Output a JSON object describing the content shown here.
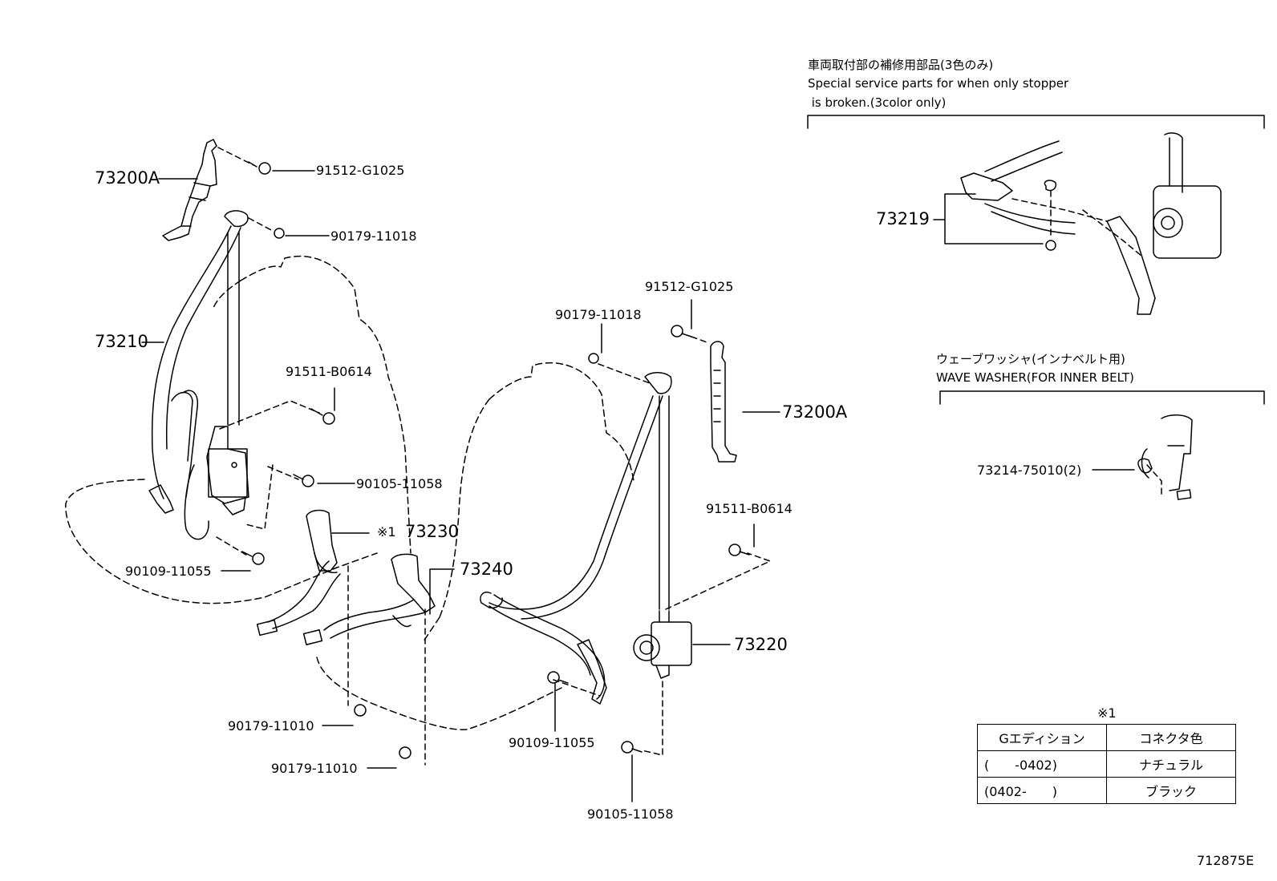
{
  "diagram_id": "712875E",
  "parts": {
    "anchor_left": "73200A",
    "belt_left": "73210",
    "buckle_left": "73230",
    "buckle_inner": "73240",
    "anchor_right": "73200A",
    "retractor_right": "73220",
    "service_part": "73219",
    "wave_washer_part": "73214-75010(2)",
    "marker": "※1"
  },
  "fasteners": {
    "bolt_top_left": "91512-G1025",
    "nut_top_left": "90179-11018",
    "bolt_mid_left": "91511-B0614",
    "bolt_lower_mid": "90105-11058",
    "bolt_bottom_left": "90109-11055",
    "nut_bottom_1": "90179-11010",
    "nut_bottom_2": "90179-11010",
    "bolt_top_right": "91512-G1025",
    "nut_top_right": "90179-11018",
    "bolt_mid_right": "91511-B0614",
    "bolt_center_bottom": "90109-11055",
    "bolt_bottom_right": "90105-11058"
  },
  "notes": {
    "service_jp": "車両取付部の補修用部品(3色のみ)",
    "service_en_line1": "Special service parts for when only stopper",
    "service_en_line2": " is broken.(3color only)",
    "washer_jp": "ウェーブワッシャ(インナベルト用)",
    "washer_en": "WAVE WASHER(FOR INNER BELT)"
  },
  "table": {
    "marker": "※1",
    "headers": [
      "Gエディション",
      "コネクタ色"
    ],
    "rows": [
      [
        "(　　-0402)",
        "ナチュラル"
      ],
      [
        "(0402-　　)",
        "ブラック"
      ]
    ]
  }
}
